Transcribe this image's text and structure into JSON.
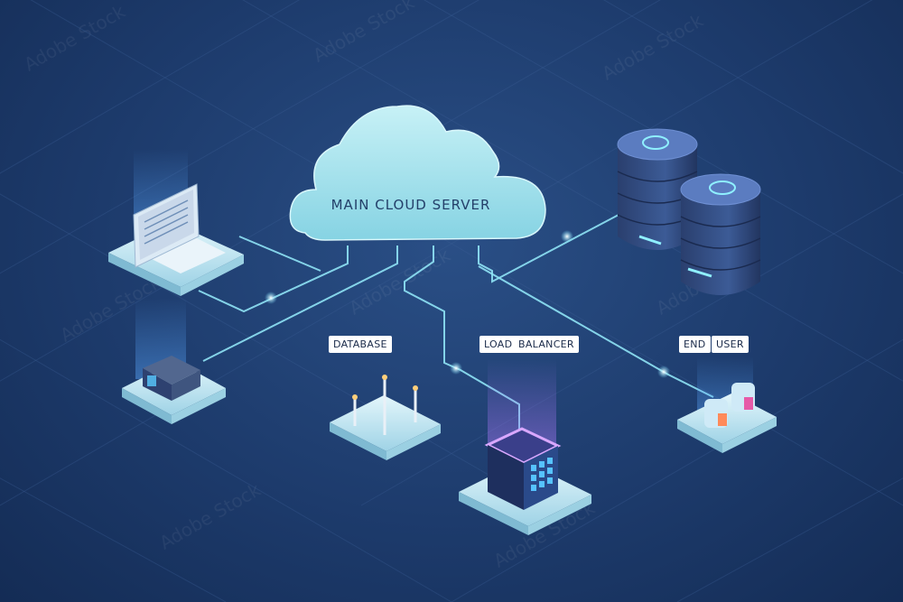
{
  "cloud": {
    "label": "MAIN CLOUD SERVER"
  },
  "labels": {
    "database": "DATABASE",
    "load": "LOAD",
    "balancer": "BALANCER",
    "end": "END",
    "user": "USER"
  },
  "stock": {
    "id": "1891094429",
    "watermark": "Adobe Stock"
  },
  "colors": {
    "background": "#1d3b6c",
    "platform": "#bfe6f2",
    "cloud": "#a9e4ee",
    "line": "#8fe3f5",
    "glow": "#b07bff"
  }
}
